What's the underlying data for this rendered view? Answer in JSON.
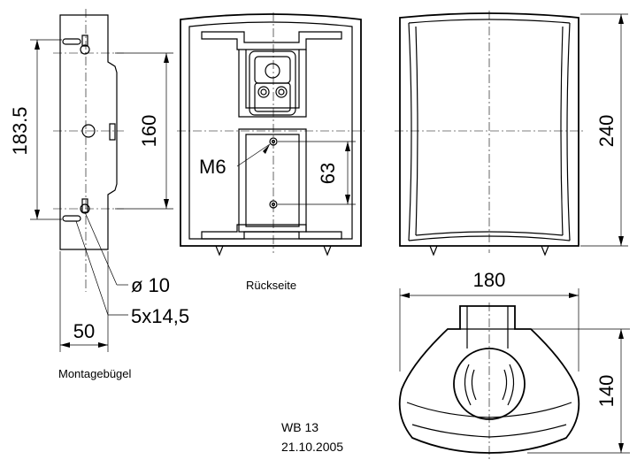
{
  "labels": {
    "dim_height_bracket": "183.5",
    "dim_hole_spacing": "160",
    "dim_bracket_width": "50",
    "dim_diameter": "ø 10",
    "dim_slot": "5x14,5",
    "bracket_caption": "Montagebügel",
    "thread": "M6",
    "dim_thread_spacing": "63",
    "rear_caption": "Rückseite",
    "dim_height_front": "240",
    "dim_width_top": "180",
    "dim_depth": "140",
    "drawing_id": "WB 13",
    "date": "21.10.2005"
  }
}
